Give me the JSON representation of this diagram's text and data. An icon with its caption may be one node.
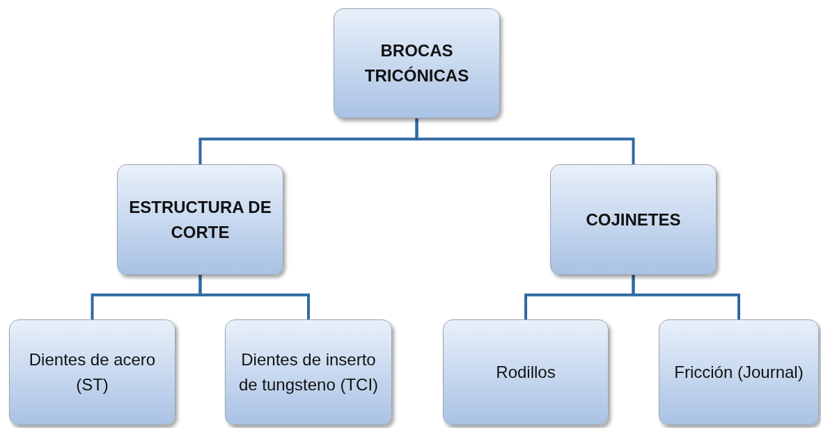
{
  "diagram": {
    "nodes": [
      {
        "text": [
          "BROCAS TRICÓNICAS"
        ]
      },
      {
        "text": [
          "ESTRUCTURA DE CORTE"
        ]
      },
      {
        "text": [
          "COJINETES"
        ]
      },
      {
        "text": [
          "Dientes de acero (ST)"
        ]
      },
      {
        "text": [
          "Dientes de inserto de tungsteno (TCI)"
        ]
      },
      {
        "text": [
          "Rodillos"
        ]
      },
      {
        "text": [
          "Fricción (Journal)"
        ]
      }
    ],
    "edges": [
      {
        "from": 0,
        "to": 1,
        "arrow": "none"
      },
      {
        "from": 0,
        "to": 2,
        "arrow": "none"
      },
      {
        "from": 1,
        "to": 3,
        "arrow": "none"
      },
      {
        "from": 1,
        "to": 4,
        "arrow": "none"
      },
      {
        "from": 2,
        "to": 5,
        "arrow": "none"
      },
      {
        "from": 2,
        "to": 6,
        "arrow": "none"
      }
    ]
  }
}
